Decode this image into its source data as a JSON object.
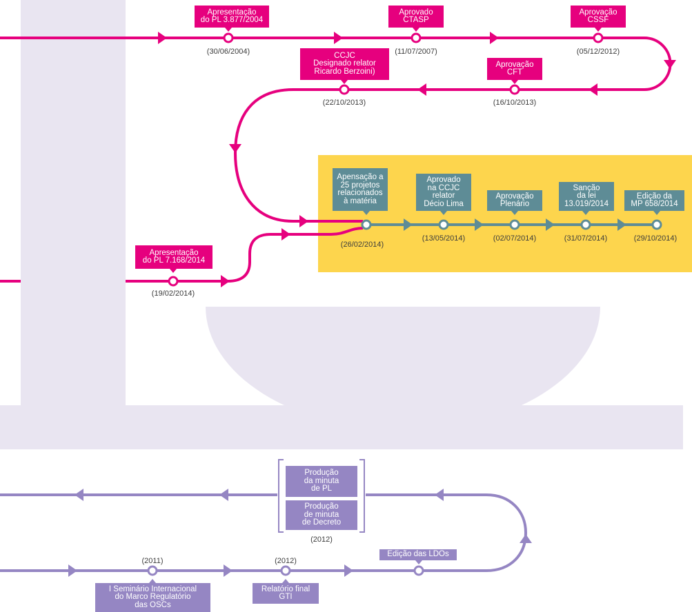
{
  "colors": {
    "magenta": "#e6007e",
    "teal": "#5e8c96",
    "purple": "#9586c3",
    "highlight": "#fdd54d",
    "silhouette": "#e9e5f1",
    "date_text": "#3c3c3c"
  },
  "magenta_line": {
    "stations": [
      {
        "label": "Apresentação\ndo PL 3.877/2004",
        "date": "(30/06/2004)"
      },
      {
        "label": "Aprovado\nCTASP",
        "date": "(11/07/2007)"
      },
      {
        "label": "Aprovação\nCSSF",
        "date": "(05/12/2012)"
      },
      {
        "label": "Aprovação\nCFT",
        "date": "(16/10/2013)"
      },
      {
        "label": "CCJC\nDesignado relator\nRicardo Berzoini)",
        "date": "(22/10/2013)"
      },
      {
        "label": "Apresentação\ndo PL 7.168/2014",
        "date": "(19/02/2014)"
      }
    ]
  },
  "teal_line": {
    "stations": [
      {
        "label": "Apensação a\n25 projetos\nrelacionados\nà matéria",
        "date": "(26/02/2014)"
      },
      {
        "label": "Aprovado\nna CCJC\nrelator\nDécio Lima",
        "date": "(13/05/2014)"
      },
      {
        "label": "Aprovação\nPlenário",
        "date": "(02/07/2014)"
      },
      {
        "label": "Sanção\nda lei\n13.019/2014",
        "date": "(31/07/2014)"
      },
      {
        "label": "Edição da\nMP 658/2014",
        "date": "(29/10/2014)"
      }
    ]
  },
  "purple_line": {
    "bracket": {
      "items": [
        "Produção\nda minuta\nde PL",
        "Produção\nde minuta\nde Decreto"
      ],
      "date": "(2012)"
    },
    "stations": [
      {
        "label": "I Seminário Internacional\ndo Marco Regulatório\ndas OSCs",
        "date": "(2011)"
      },
      {
        "label": "Relatório final\nGTI",
        "date": "(2012)"
      },
      {
        "label": "Edição das LDOs"
      }
    ]
  }
}
